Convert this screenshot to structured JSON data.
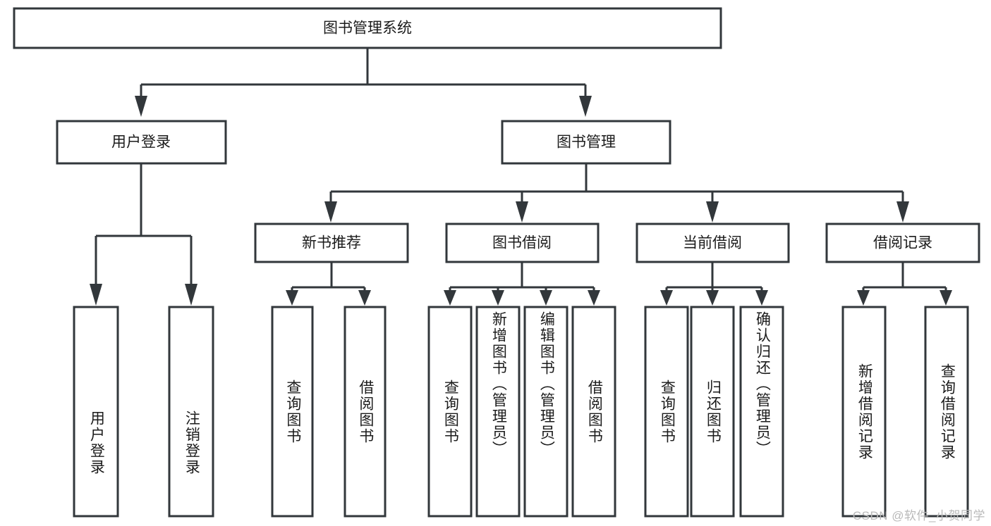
{
  "diagram": {
    "type": "tree-hierarchy-chart",
    "title": "图书管理系统",
    "watermark": "CSDN @软件_小贺同学",
    "colors": {
      "stroke": "#32373b",
      "box_fill": "#ffffff",
      "text": "#1b1b1b",
      "background": "#ffffff",
      "watermark": "#b9b9b9"
    },
    "root": {
      "label": "图书管理系统"
    },
    "level2": [
      {
        "label": "用户登录"
      },
      {
        "label": "图书管理"
      }
    ],
    "level3": [
      {
        "label": "新书推荐"
      },
      {
        "label": "图书借阅"
      },
      {
        "label": "当前借阅"
      },
      {
        "label": "借阅记录"
      }
    ],
    "leaves": {
      "user_login": [
        {
          "label": "用户登录"
        },
        {
          "label": "注销登录"
        }
      ],
      "new_book_recommend": [
        {
          "label": "查询图书"
        },
        {
          "label": "借阅图书"
        }
      ],
      "book_borrow": [
        {
          "label": "查询图书"
        },
        {
          "label": "新增图书（管理员）"
        },
        {
          "label": "编辑图书（管理员）"
        },
        {
          "label": "借阅图书"
        }
      ],
      "current_borrow": [
        {
          "label": "查询图书"
        },
        {
          "label": "归还图书"
        },
        {
          "label": "确认归还（管理员）"
        }
      ],
      "borrow_records": [
        {
          "label": "新增借阅记录"
        },
        {
          "label": "查询借阅记录"
        }
      ]
    }
  }
}
